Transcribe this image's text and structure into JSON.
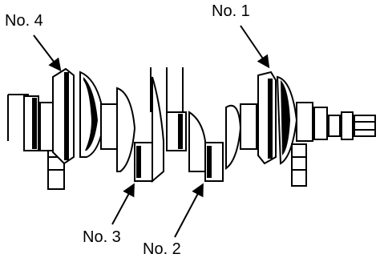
{
  "labels": {
    "no4": "No. 4",
    "no1": "No. 1",
    "no3": "No. 3",
    "no2": "No. 2"
  },
  "colors": {
    "ink": "#000000",
    "background": "#ffffff"
  }
}
